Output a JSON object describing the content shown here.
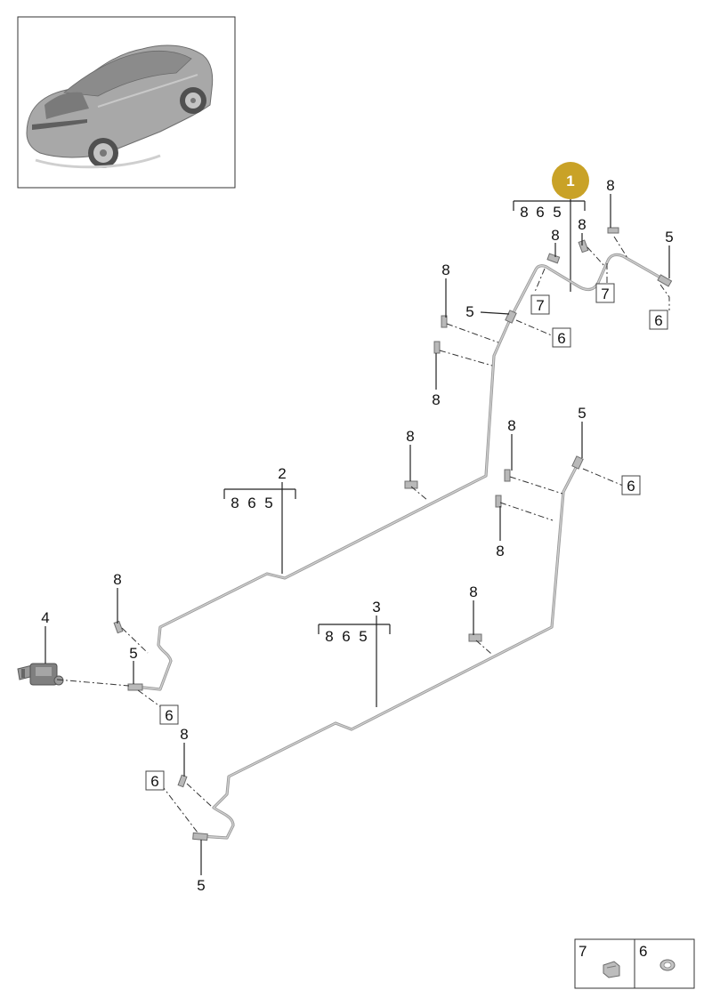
{
  "badge": {
    "label": "1",
    "color": "#c9a227"
  },
  "groups": [
    {
      "id": "1",
      "sub": [
        "8",
        "6",
        "5"
      ]
    },
    {
      "id": "2",
      "sub": [
        "8",
        "6",
        "5"
      ]
    },
    {
      "id": "3",
      "sub": [
        "8",
        "6",
        "5"
      ]
    }
  ],
  "callouts": {
    "n8": "8",
    "n5": "5",
    "n4": "4",
    "n6": "6",
    "n7": "7"
  },
  "legend": [
    {
      "label": "7",
      "icon": "clip-7-icon"
    },
    {
      "label": "6",
      "icon": "clip-6-icon"
    }
  ],
  "icons": [
    "car-thumbnail",
    "sensor-connector-icon",
    "pipe-clip-icon",
    "pipe-end-icon"
  ]
}
